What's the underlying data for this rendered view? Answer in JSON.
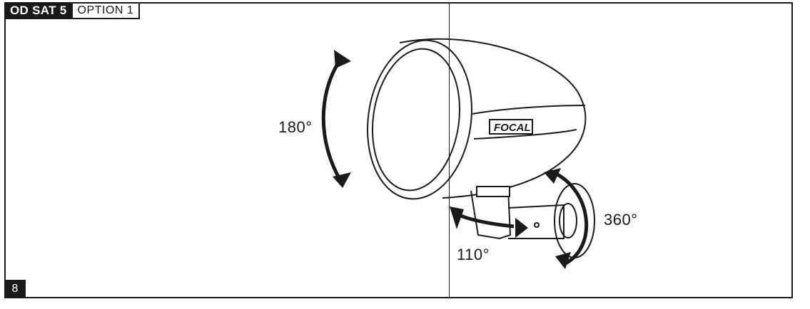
{
  "header": {
    "model": "OD SAT 5",
    "option": "OPTION 1"
  },
  "page_number": "8",
  "brand_label": "FOCAL",
  "angles": {
    "tilt": "180°",
    "swivel": "110°",
    "rotate": "360°"
  },
  "colors": {
    "ink": "#1a1a1a",
    "paper": "#ffffff"
  }
}
